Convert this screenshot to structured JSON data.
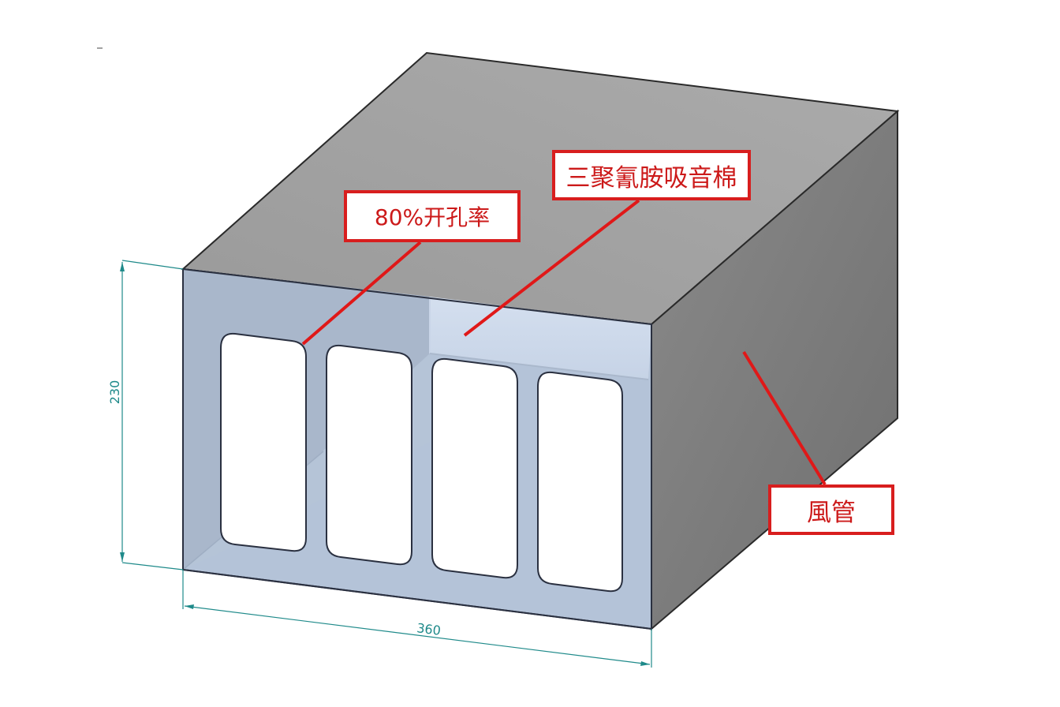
{
  "callouts": {
    "perforation_rate": "80%开孔率",
    "melamine_foam": "三聚氰胺吸音棉",
    "duct": "風管"
  },
  "dimensions": {
    "height": "230",
    "width": "360"
  },
  "colors": {
    "accent_red": "#d81e1e",
    "dimension_teal": "#1f8a8a",
    "duct_top": "#a2a2a2",
    "duct_side": "#7c7c7c",
    "foam_blue": "#b3c2d6",
    "slot_white": "#ffffff"
  }
}
